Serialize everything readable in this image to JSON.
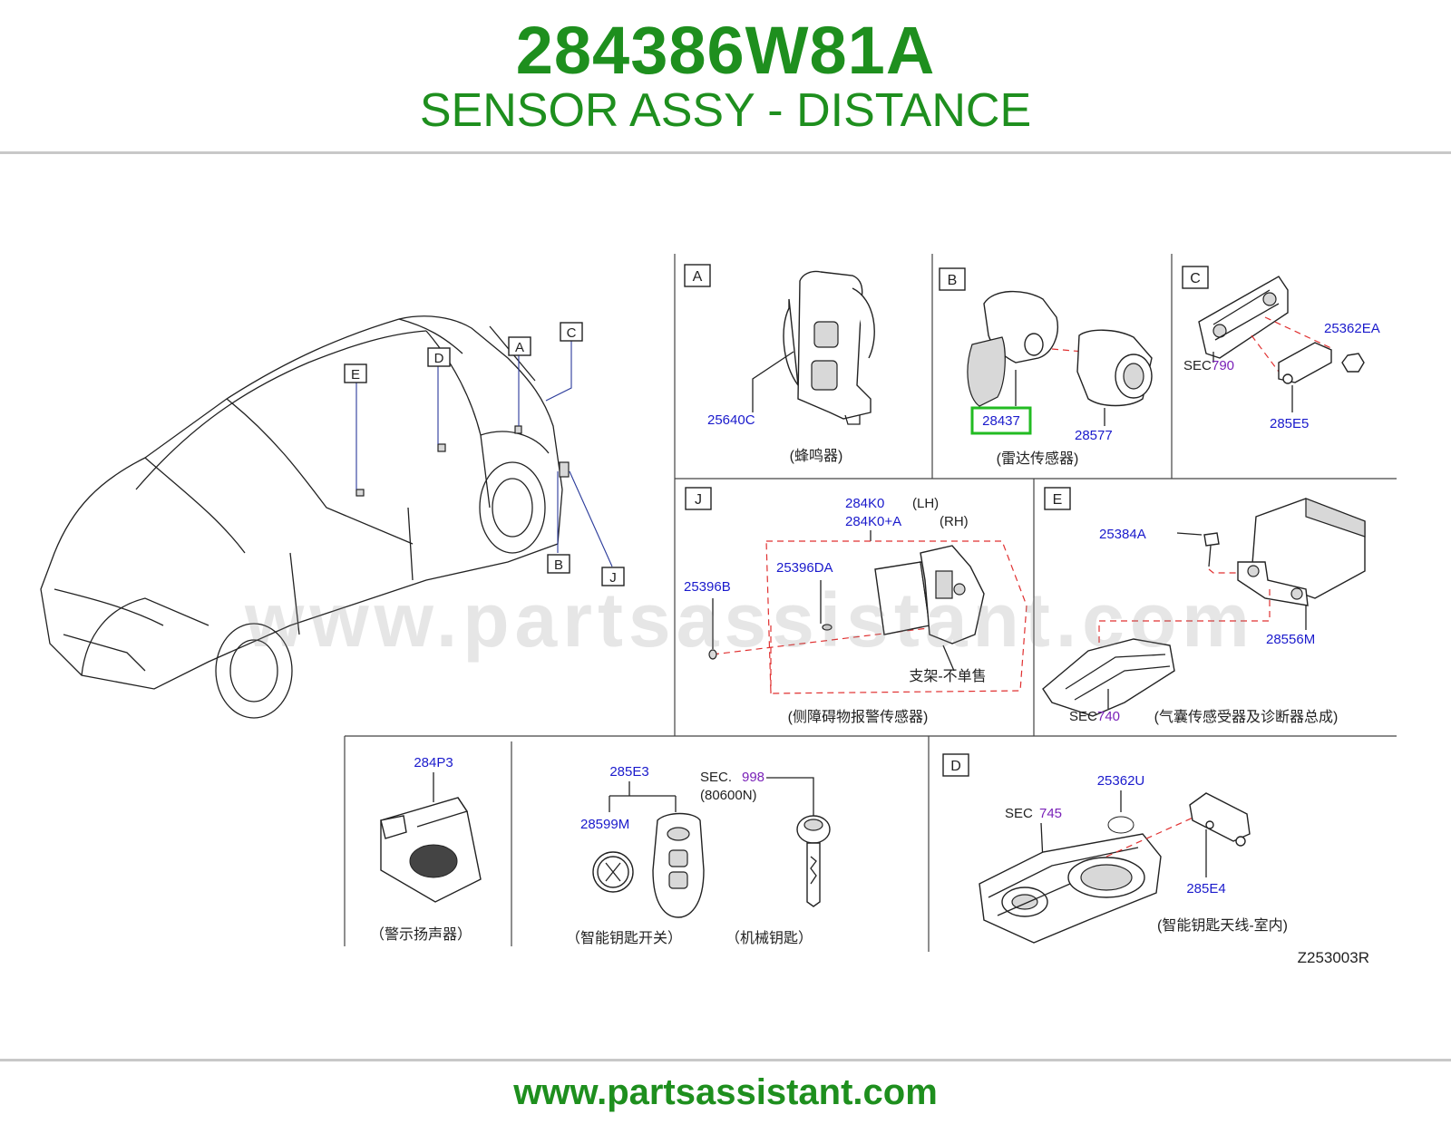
{
  "header": {
    "part_number": "284386W81A",
    "part_name": "SENSOR ASSY - DISTANCE"
  },
  "footer": {
    "url": "www.partsassistant.com"
  },
  "watermark": "www.partsassistant.com",
  "colors": {
    "brand_green": "#1e8f1e",
    "part_blue": "#1a1acc",
    "sec_purple": "#7a22b8",
    "highlight": "#22bb22"
  },
  "car_callouts": [
    "E",
    "D",
    "A",
    "C",
    "B",
    "J"
  ],
  "panel_A": {
    "letter": "A",
    "part": "25640C",
    "caption": "(蜂鸣器)"
  },
  "panel_B": {
    "letter": "B",
    "part_highlighted": "28437",
    "part": "28577",
    "caption": "(雷达传感器)"
  },
  "panel_C": {
    "letter": "C",
    "sec_prefix": "SEC",
    "sec_num": "790",
    "part1": "25362EA",
    "part2": "285E5"
  },
  "panel_J": {
    "letter": "J",
    "p1": "284K0",
    "p1_side": "(LH)",
    "p2": "284K0+A",
    "p2_side": "(RH)",
    "p3": "25396DA",
    "p4": "25396B",
    "note": "支架-不单售",
    "caption": "(侧障碍物报警传感器)"
  },
  "panel_E": {
    "letter": "E",
    "p1": "25384A",
    "p2": "28556M",
    "sec_prefix": "SEC",
    "sec_num": "740",
    "caption": "(气囊传感受器及诊断器总成)"
  },
  "panel_speaker": {
    "part": "284P3",
    "caption": "（警示扬声器）"
  },
  "panel_key": {
    "p1": "285E3",
    "p2": "28599M",
    "sec_prefix": "SEC.",
    "sec_num": "998",
    "sec_sub": "(80600N)",
    "caption1": "（智能钥匙开关）",
    "caption2": "（机械钥匙）"
  },
  "panel_D": {
    "letter": "D",
    "sec_prefix": "SEC",
    "sec_num": "745",
    "p1": "25362U",
    "p2": "285E4",
    "caption": "(智能钥匙天线-室内)"
  },
  "diagram_code": "Z253003R"
}
